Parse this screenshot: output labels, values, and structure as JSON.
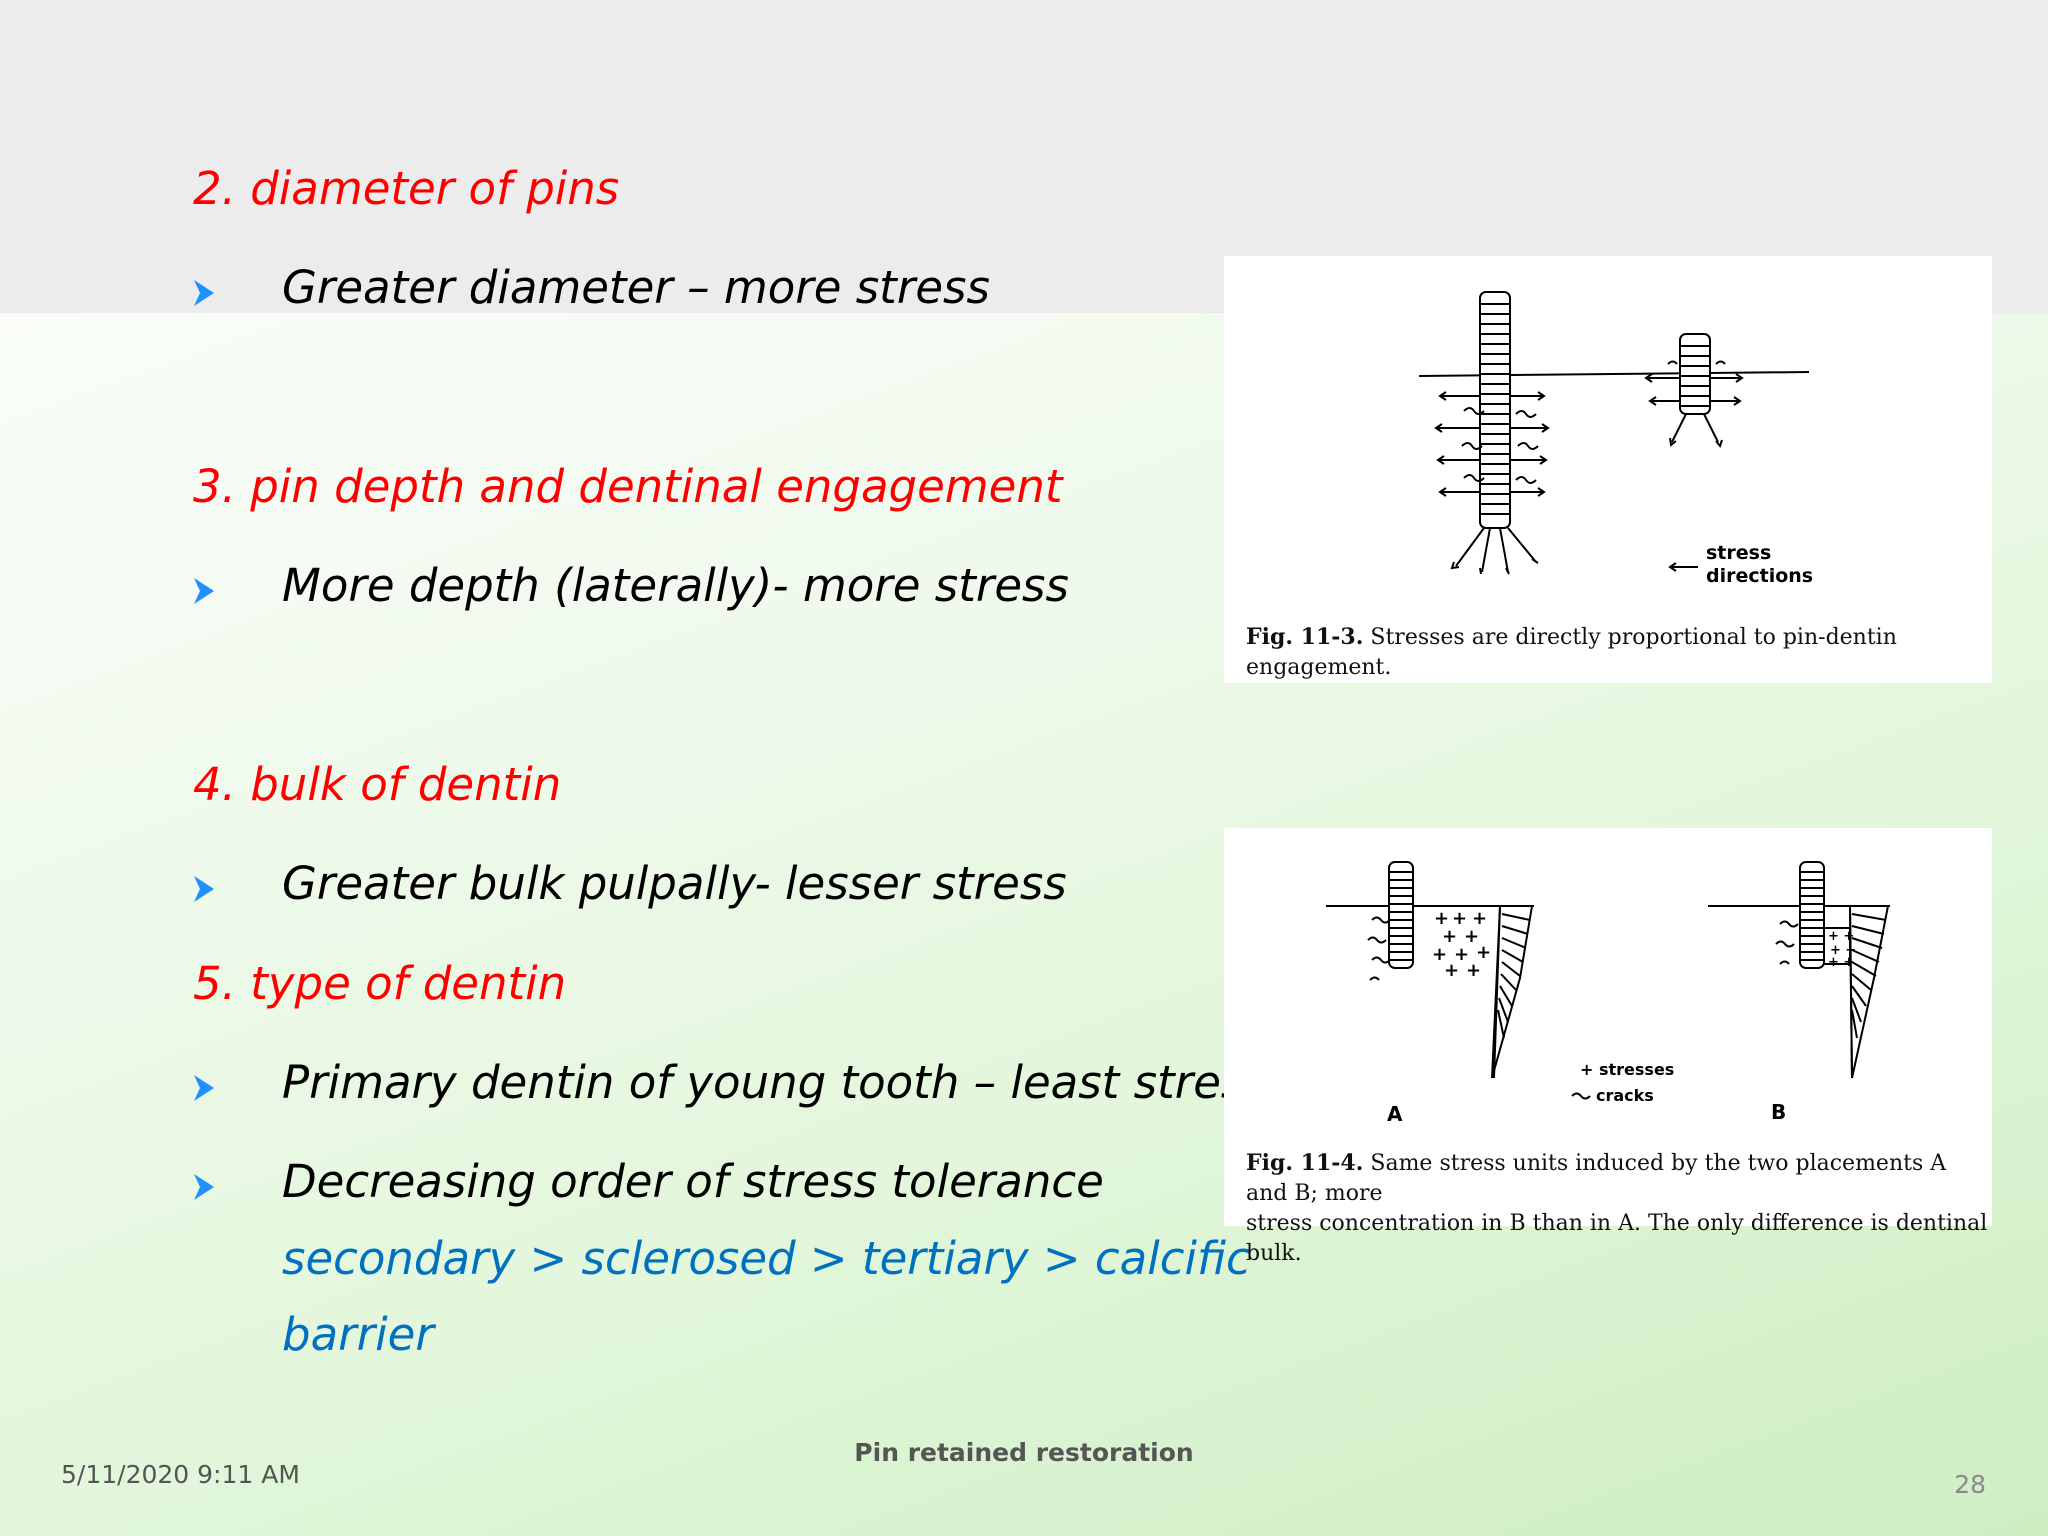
{
  "sections": [
    {
      "heading": "2. diameter of pins",
      "bullets": [
        "Greater diameter – more stress"
      ]
    },
    {
      "heading": "3. pin depth and dentinal engagement",
      "bullets": [
        "More depth (laterally)- more stress"
      ]
    },
    {
      "heading": "4. bulk of dentin",
      "bullets": [
        "Greater bulk pulpally- lesser stress"
      ]
    },
    {
      "heading": "5. type of dentin",
      "bullets": [
        "Primary dentin of young tooth – least stress",
        "Decreasing order of stress tolerance"
      ]
    }
  ],
  "order_lines": [
    "secondary > sclerosed > tertiary > calcific",
    "barrier"
  ],
  "figures": {
    "fig1": {
      "legend_line1": "stress",
      "legend_line2": "directions",
      "caption_bold": "Fig. 11-3.",
      "caption_text": " Stresses are directly proportional to pin-dentin engagement."
    },
    "fig2": {
      "legend_stresses": "+ stresses",
      "legend_cracks": "cracks",
      "label_a": "A",
      "label_b": "B",
      "caption_bold": "Fig. 11-4.",
      "caption_line1": " Same stress units induced by the two placements A and B; more",
      "caption_line2": "stress concentration in B than in A. The only difference is dentinal bulk."
    }
  },
  "footer": {
    "date": "5/11/2020 9:11 AM",
    "title": "Pin retained restoration",
    "page": "28"
  },
  "colors": {
    "heading": "#ff0000",
    "bullet_text": "#000000",
    "order_text": "#0070c0",
    "bullet_arrow": "#1e90ff"
  }
}
